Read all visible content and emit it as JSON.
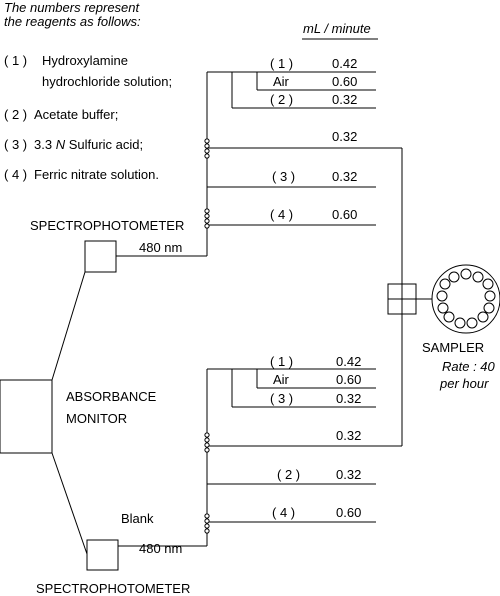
{
  "header": {
    "note_line1": "The numbers represent",
    "note_line2": "the reagents as follows:",
    "units": "mL / minute"
  },
  "legend": {
    "n1": "( 1 )",
    "r1_line1": "Hydroxylamine",
    "r1_line2": "hydrochloride solution;",
    "n2": "( 2 )",
    "r2": "Acetate buffer;",
    "n3": "( 3 )",
    "r3_pre": "3.3 ",
    "r3_italic": "N",
    "r3_post": " Sulfuric acid;",
    "n4": "( 4 )",
    "r4": "Ferric nitrate solution."
  },
  "upper_lines": [
    {
      "label": "( 1 )",
      "rate": "0.42"
    },
    {
      "label": "Air",
      "rate": "0.60"
    },
    {
      "label": "( 2 )",
      "rate": "0.32"
    },
    {
      "label": "",
      "rate": "0.32"
    },
    {
      "label": "( 3 )",
      "rate": "0.32"
    },
    {
      "label": "( 4 )",
      "rate": "0.60"
    }
  ],
  "lower_lines": [
    {
      "label": "( 1 )",
      "rate": "0.42"
    },
    {
      "label": "Air",
      "rate": "0.60"
    },
    {
      "label": "( 3 )",
      "rate": "0.32"
    },
    {
      "label": "",
      "rate": "0.32"
    },
    {
      "label": "( 2 )",
      "rate": "0.32"
    },
    {
      "label": "( 4 )",
      "rate": "0.60"
    }
  ],
  "devices": {
    "spectro_top_label": "SPECTROPHOTOMETER",
    "spectro_top_wavelength": "480 nm",
    "spectro_bottom_label": "SPECTROPHOTOMETER",
    "spectro_bottom_wavelength": "480 nm",
    "blank_label": "Blank",
    "monitor_line1": "ABSORBANCE",
    "monitor_line2": "MONITOR",
    "sampler_label": "SAMPLER",
    "rate_line1": "Rate :  40",
    "rate_line2": "per hour"
  }
}
